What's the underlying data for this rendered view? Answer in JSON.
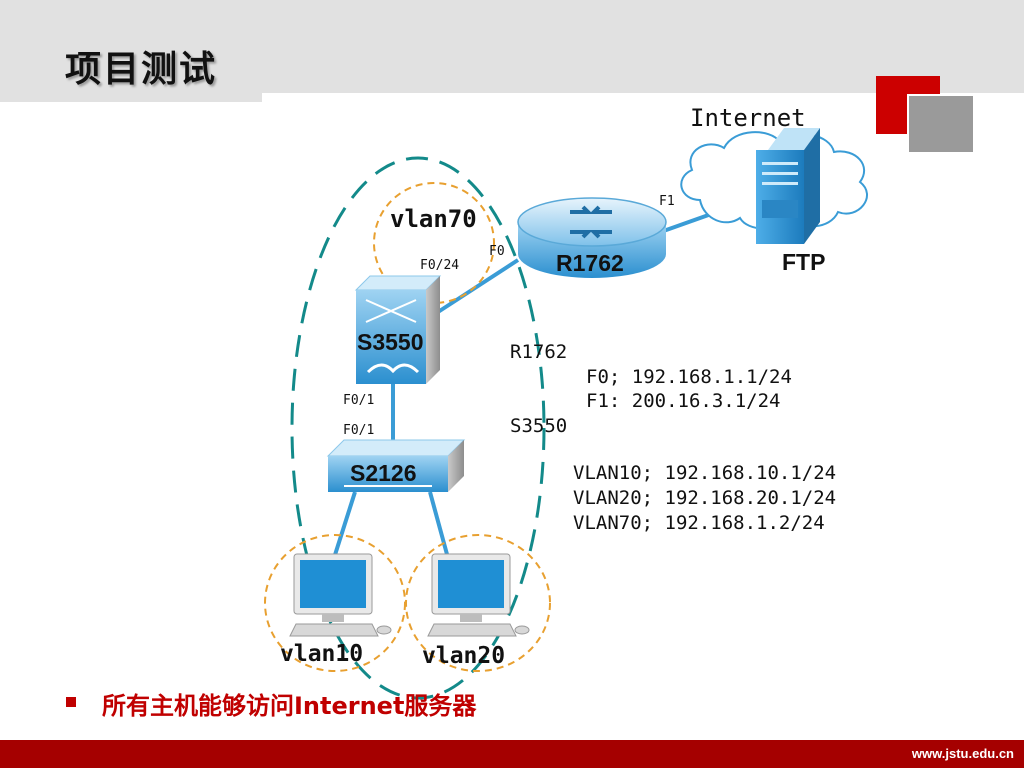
{
  "title": "项目测试",
  "footer_url": "www.jstu.edu.cn",
  "bullet": "所有主机能够访问Internet服务器",
  "diagram": {
    "internet": "Internet",
    "ftp": "FTP",
    "router": "R1762",
    "router_f0": "F0",
    "router_f1": "F1",
    "switch3550": "S3550",
    "s3550_port": "F0/24",
    "s3550_f01": "F0/1",
    "s2126": "S2126",
    "s2126_f01": "F0/1",
    "vlan70": "vlan70",
    "vlan10": "vlan10",
    "vlan20": "vlan20",
    "config": {
      "r1762_title": "R1762",
      "r1762_lines": [
        "F0; 192.168.1.1/24",
        "F1: 200.16.3.1/24"
      ],
      "s3550_title": "S3550",
      "s3550_lines": [
        "VLAN10; 192.168.10.1/24",
        "VLAN20; 192.168.20.1/24",
        "VLAN70; 192.168.1.2/24"
      ]
    }
  },
  "colors": {
    "accent_red": "#c00000",
    "footer_red": "#a50000",
    "device_blue": "#3a9cd6",
    "dash_teal": "#138a8a",
    "dash_orange": "#e8a030"
  }
}
